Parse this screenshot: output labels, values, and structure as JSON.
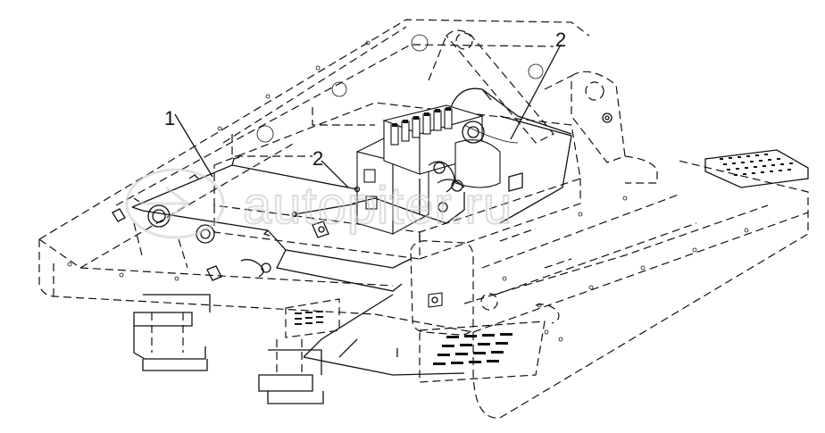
{
  "diagram": {
    "callouts": [
      {
        "id": "1",
        "label": "1"
      },
      {
        "id": "2a",
        "label": "2"
      },
      {
        "id": "2b",
        "label": "2"
      }
    ],
    "watermark": {
      "text": "autopiter.ru"
    }
  }
}
